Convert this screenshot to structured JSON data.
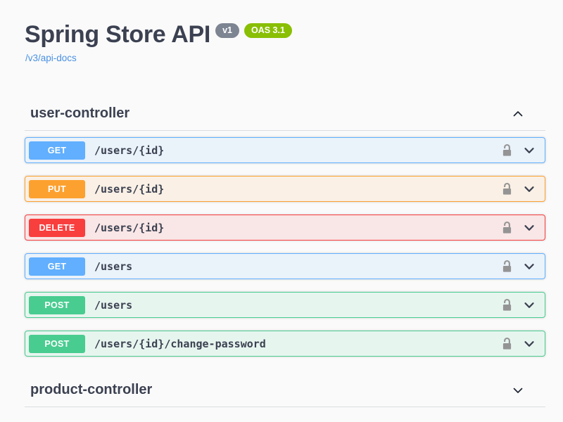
{
  "header": {
    "title": "Spring Store API",
    "version_badge": "v1",
    "oas_badge": "OAS 3.1",
    "spec_link": "/v3/api-docs"
  },
  "colors": {
    "get": "#61affe",
    "put": "#fca130",
    "delete": "#f93e3e",
    "post": "#49cc90",
    "version_badge_bg": "#7d8492",
    "oas_badge_bg": "#89bf04",
    "link": "#4990e2",
    "heading_text": "#3b4151",
    "lock_icon": "#949494",
    "page_background": "#fafafa"
  },
  "sections": [
    {
      "name": "user-controller",
      "expanded": true,
      "endpoints": [
        {
          "method": "GET",
          "path": "/users/{id}"
        },
        {
          "method": "PUT",
          "path": "/users/{id}"
        },
        {
          "method": "DELETE",
          "path": "/users/{id}"
        },
        {
          "method": "GET",
          "path": "/users"
        },
        {
          "method": "POST",
          "path": "/users"
        },
        {
          "method": "POST",
          "path": "/users/{id}/change-password"
        }
      ]
    },
    {
      "name": "product-controller",
      "expanded": false,
      "endpoints": []
    }
  ]
}
